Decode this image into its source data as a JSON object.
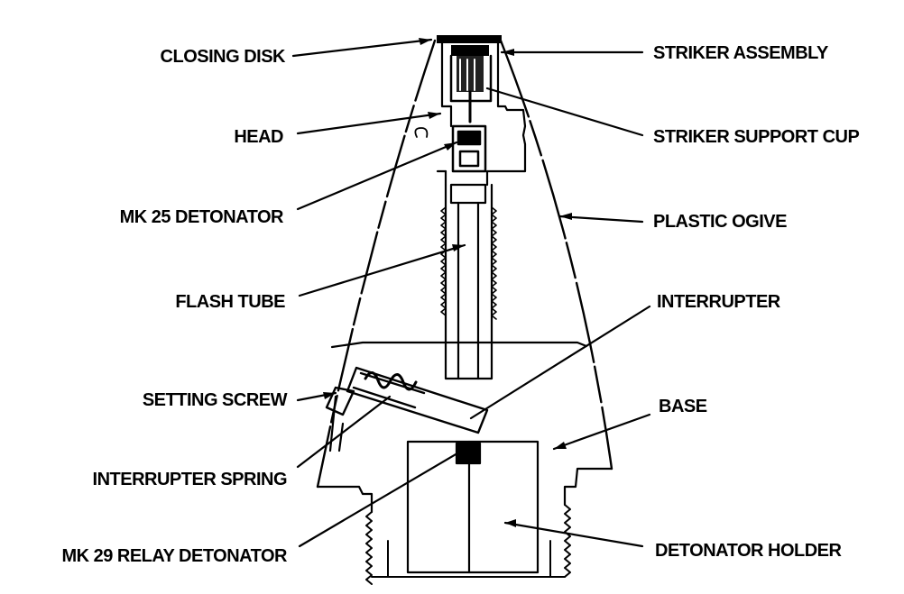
{
  "labels": {
    "closing_disk": "CLOSING DISK",
    "head": "HEAD",
    "mk25_detonator": "MK 25 DETONATOR",
    "flash_tube": "FLASH TUBE",
    "setting_screw": "SETTING SCREW",
    "interrupter_spring": "INTERRUPTER SPRING",
    "mk29_relay_detonator": "MK 29 RELAY DETONATOR",
    "striker_assembly": "STRIKER ASSEMBLY",
    "striker_support_cup": "STRIKER SUPPORT CUP",
    "plastic_ogive": "PLASTIC OGIVE",
    "interrupter": "INTERRUPTER",
    "base": "BASE",
    "detonator_holder": "DETONATOR HOLDER"
  },
  "colors": {
    "ink": "#000000",
    "background": "#ffffff"
  }
}
